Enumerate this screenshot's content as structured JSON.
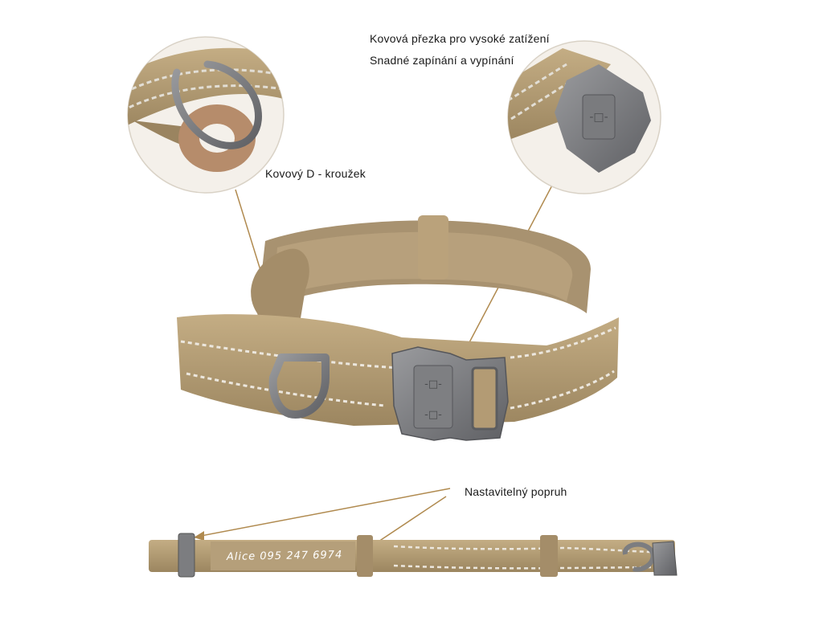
{
  "labels": {
    "buckle_line1": "Kovová přezka pro vysoké zatížení",
    "buckle_line2": "Snadné zapínání a vypínání",
    "d_ring": "Kovový D - kroužek",
    "adjustable_strap": "Nastavitelný popruh"
  },
  "engraving": "Alice 095 247 6974",
  "colors": {
    "webbing": "#b09a72",
    "webbing_dark": "#8c7752",
    "metal": "#7c7d80",
    "leader_line": "#b08a4f",
    "reflective": "#e8e4dc"
  }
}
